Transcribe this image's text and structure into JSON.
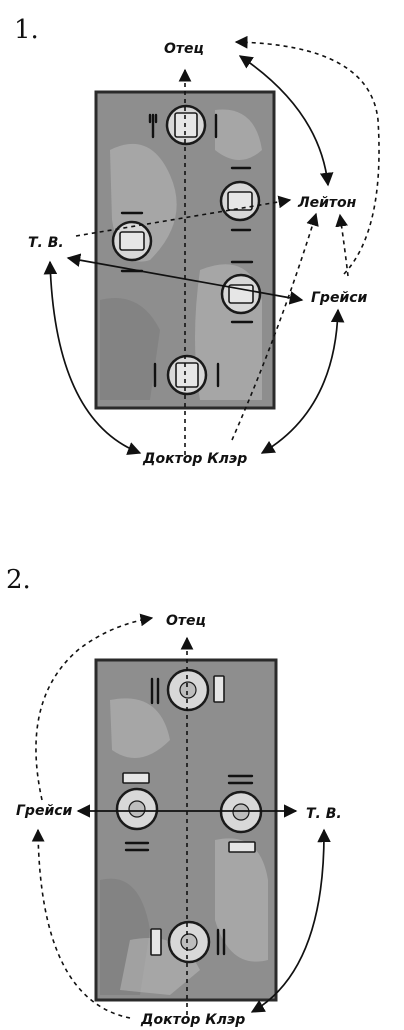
{
  "diagrams": [
    {
      "number": "1.",
      "labels": {
        "father": "Отец",
        "leyton": "Лейтон",
        "tv": "Т. В.",
        "gracie": "Грейси",
        "doctor": "Доктор Клэр"
      }
    },
    {
      "number": "2.",
      "labels": {
        "father": "Отец",
        "gracie": "Грейси",
        "tv": "Т. В.",
        "doctor": "Доктор Клэр"
      }
    }
  ],
  "colors": {
    "table": "#8e8e8e",
    "ink": "#111111",
    "plate": "#d8d8d8"
  }
}
